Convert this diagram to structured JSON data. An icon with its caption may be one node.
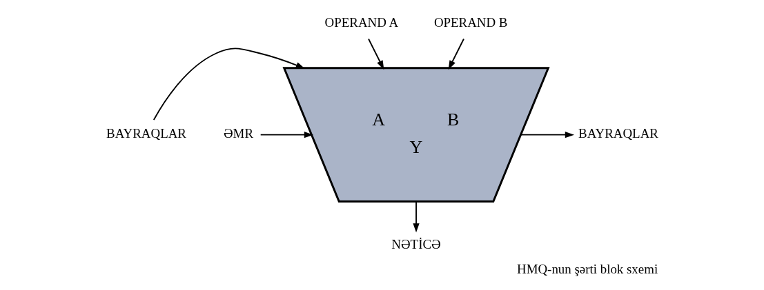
{
  "diagram": {
    "caption": "HMQ-nun şərti blok sxemi",
    "nodes": [
      {
        "text": [
          "OPERAND A"
        ]
      },
      {
        "text": [
          "OPERAND B"
        ]
      },
      {
        "text": [
          "BAYRAQLAR"
        ]
      },
      {
        "text": [
          "A",
          "B",
          "Y"
        ]
      },
      {
        "text": [
          "BAYRAQLAR"
        ]
      },
      {
        "text": [
          "ƏMR"
        ]
      },
      {
        "text": [
          "NƏTİCƏ"
        ]
      }
    ],
    "edges": [
      {
        "from": 0,
        "to": 3,
        "arrow": "to"
      },
      {
        "from": 1,
        "to": 3,
        "arrow": "to"
      },
      {
        "from": 2,
        "to": 3,
        "arrow": "to"
      },
      {
        "from": 5,
        "to": 3,
        "arrow": "to"
      },
      {
        "from": 3,
        "to": 4,
        "arrow": "to"
      },
      {
        "from": 3,
        "to": 6,
        "arrow": "to"
      }
    ]
  }
}
